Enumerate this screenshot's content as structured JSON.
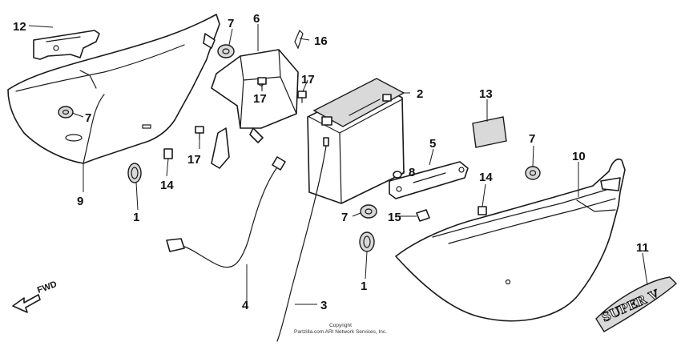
{
  "diagram": {
    "callouts": [
      "1",
      "1",
      "2",
      "3",
      "4",
      "5",
      "6",
      "7",
      "7",
      "7",
      "7",
      "8",
      "9",
      "10",
      "11",
      "12",
      "13",
      "14",
      "14",
      "15",
      "16",
      "17",
      "17",
      "17"
    ],
    "fwd_label": "FWD",
    "emblem_text": "SUPER V",
    "copyright_line1": "Copyright",
    "copyright_line2": "Partzilla.com ARI Network Services, Inc."
  }
}
